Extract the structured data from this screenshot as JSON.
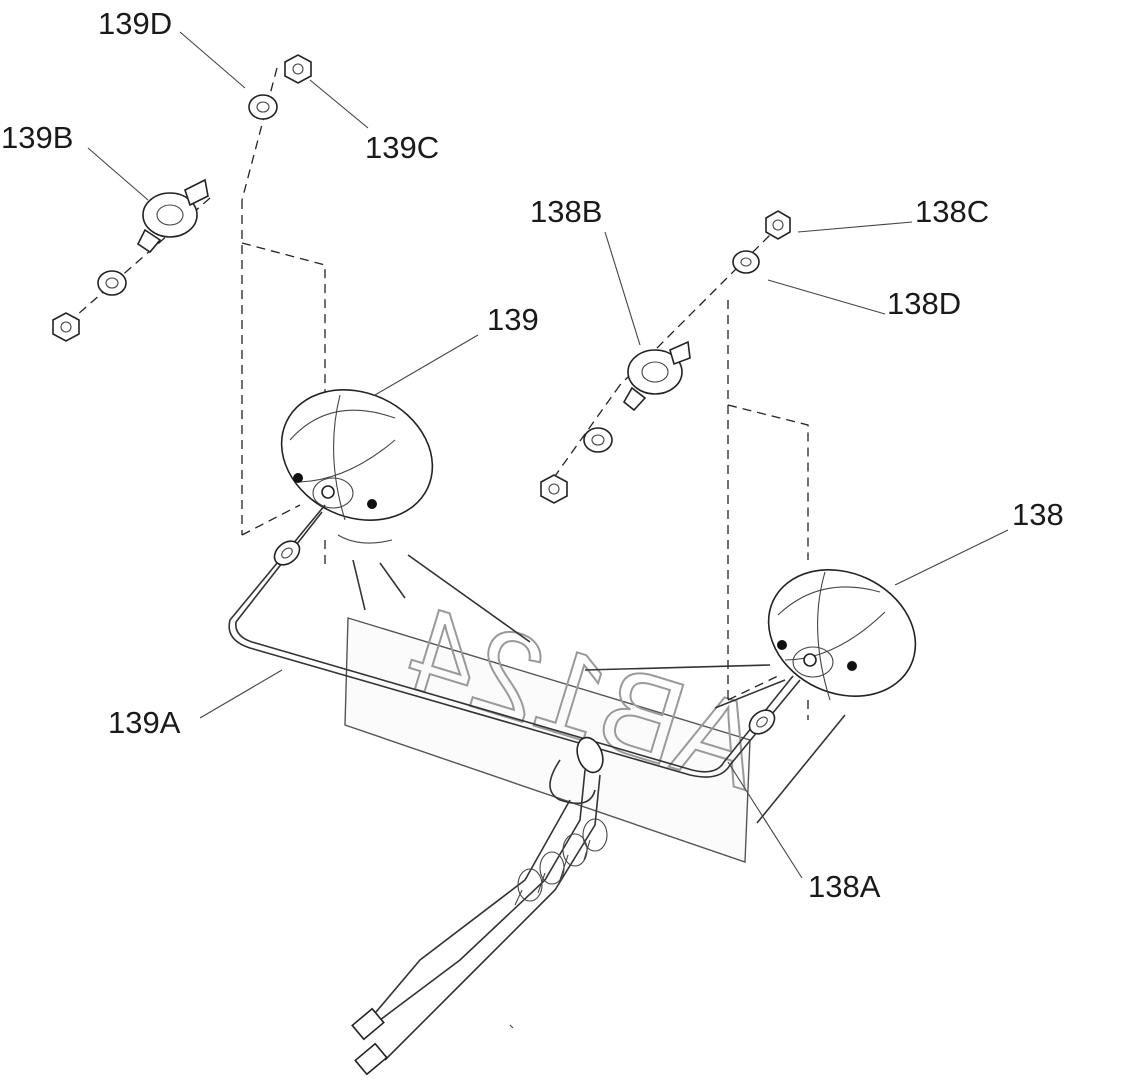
{
  "callouts": {
    "l139D": "139D",
    "l139B": "139B",
    "l139C": "139C",
    "l138B": "138B",
    "l138C": "138C",
    "l138D": "138D",
    "l139": "139",
    "l138": "138",
    "l139A": "139A",
    "l138A": "138A"
  },
  "plate": {
    "text": "AB124"
  },
  "colors": {
    "line": "#222222",
    "background": "#ffffff"
  }
}
